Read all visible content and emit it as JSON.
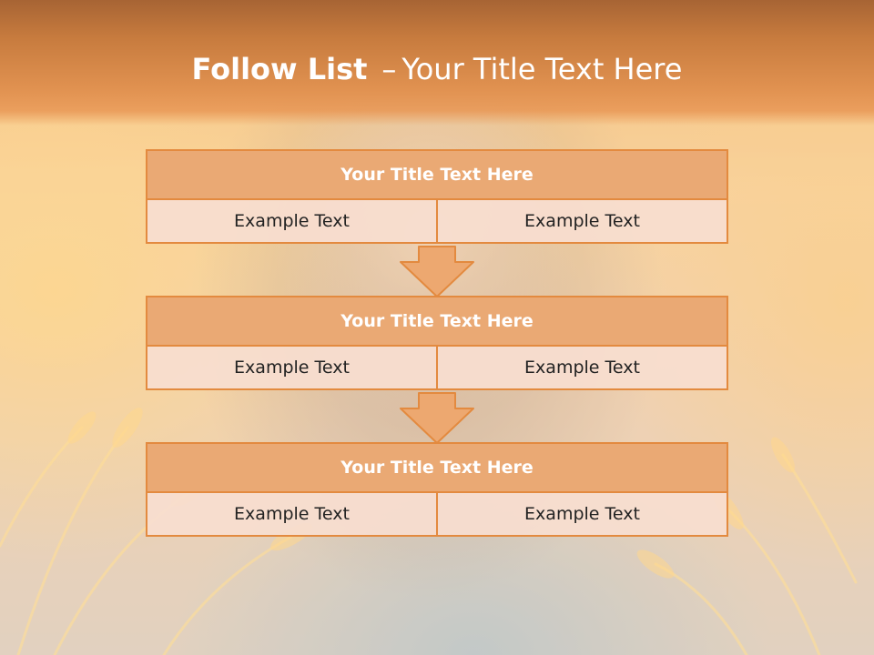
{
  "slide": {
    "title_bold": "Follow List",
    "title_sep": "–",
    "title_rest": "Your Title Text Here"
  },
  "steps": [
    {
      "title": "Your Title Text Here",
      "left": "Example Text",
      "right": "Example Text"
    },
    {
      "title": "Your Title Text Here",
      "left": "Example Text",
      "right": "Example Text"
    },
    {
      "title": "Your Title Text Here",
      "left": "Example Text",
      "right": "Example Text"
    }
  ],
  "colors": {
    "accent": "#e38a3f",
    "header_fill": "#eaa974",
    "cell_fill": "#f8ded0",
    "arrow_fill": "#eda870"
  }
}
